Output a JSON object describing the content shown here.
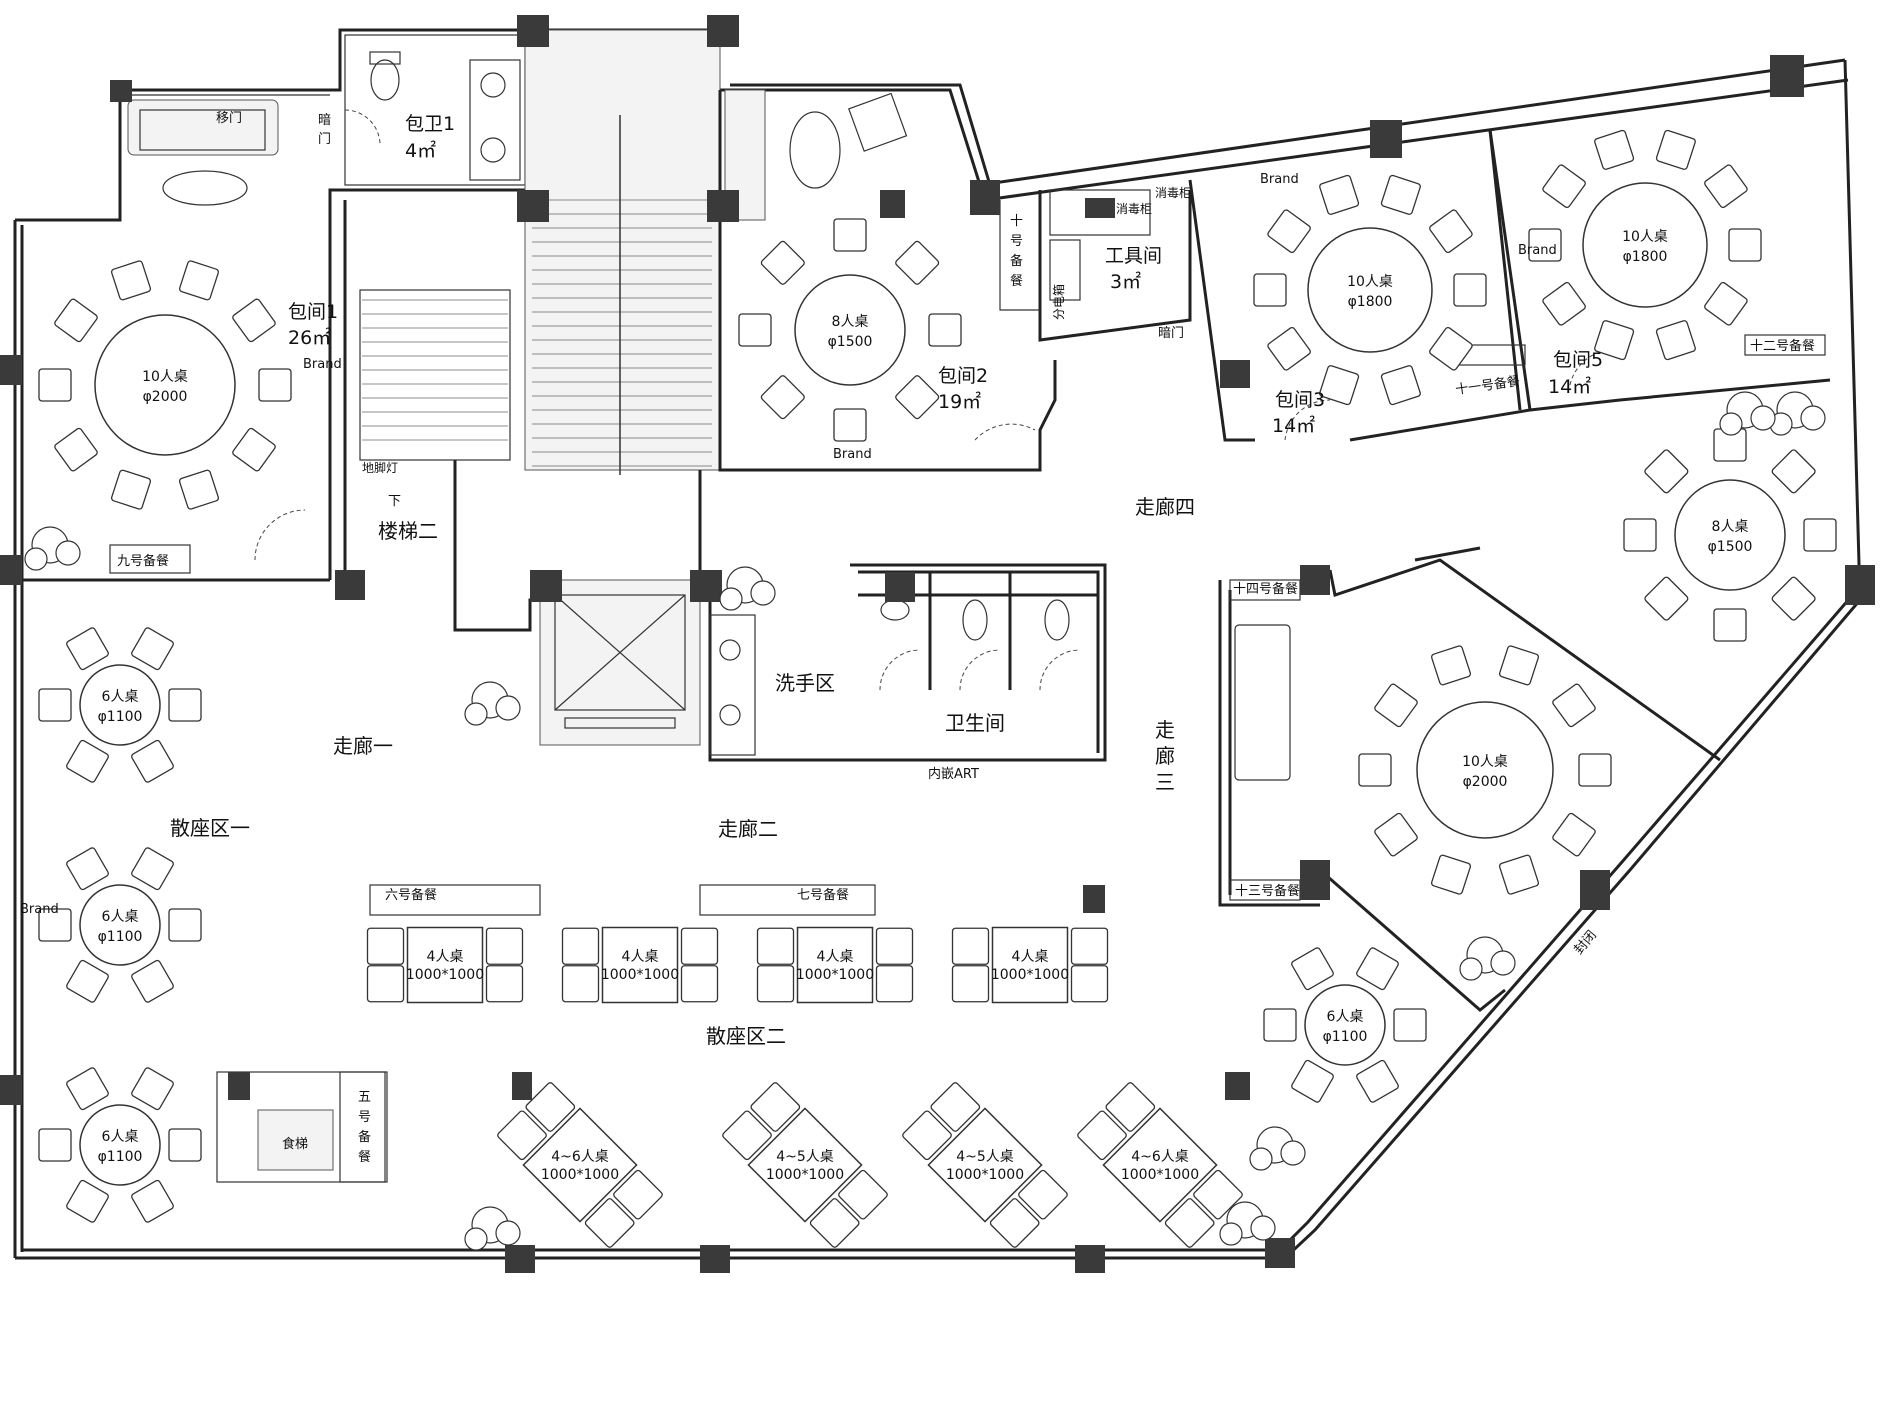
{
  "rooms": {
    "room1": {
      "name": "包间1",
      "area": "26㎡"
    },
    "bath1": {
      "name": "包卫1",
      "area": "4㎡"
    },
    "room2": {
      "name": "包间2",
      "area": "19㎡"
    },
    "tool": {
      "name": "工具间",
      "area": "3㎡"
    },
    "room3": {
      "name": "包间3",
      "area": "14㎡"
    },
    "room5": {
      "name": "包间5",
      "area": "14㎡"
    }
  },
  "zones": {
    "stair2": "楼梯二",
    "corridor1": "走廊一",
    "corridor2": "走廊二",
    "corridor3": [
      "走",
      "廊",
      "三"
    ],
    "corridor4": "走廊四",
    "washarea": "洗手区",
    "toilet": "卫生间",
    "seating1": "散座区一",
    "seating2": "散座区二",
    "dumbwaiter": "食梯"
  },
  "small_labels": {
    "brand": "Brand",
    "hidden_door": "暗门",
    "hidden_door_v": [
      "暗",
      "门"
    ],
    "moving_door": "移门",
    "floor_light": "地脚灯",
    "down": "下",
    "inlay_art": "内嵌ART",
    "seal": "封闭",
    "disinfect": "消毒柜",
    "sterilize": "消毒柜",
    "dist_box": "分电箱"
  },
  "stations": {
    "s5": [
      "五",
      "号",
      "备",
      "餐"
    ],
    "s6": "六号备餐",
    "s7": "七号备餐",
    "s9": "九号备餐",
    "s10": [
      "十",
      "号",
      "备",
      "餐"
    ],
    "s11": "十一号备餐",
    "s12": "十二号备餐",
    "s13": "十三号备餐",
    "s14": "十四号备餐"
  },
  "tables": [
    {
      "label": "10人桌",
      "size": "φ2000"
    },
    {
      "label": "8人桌",
      "size": "φ1500"
    },
    {
      "label": "10人桌",
      "size": "φ1800"
    },
    {
      "label": "10人桌",
      "size": "φ1800"
    },
    {
      "label": "8人桌",
      "size": "φ1500"
    },
    {
      "label": "10人桌",
      "size": "φ2000"
    },
    {
      "label": "6人桌",
      "size": "φ1100"
    },
    {
      "label": "6人桌",
      "size": "φ1100"
    },
    {
      "label": "6人桌",
      "size": "φ1100"
    },
    {
      "label": "6人桌",
      "size": "φ1100"
    },
    {
      "label": "4人桌",
      "size": "1000*1000"
    },
    {
      "label": "4人桌",
      "size": "1000*1000"
    },
    {
      "label": "4人桌",
      "size": "1000*1000"
    },
    {
      "label": "4人桌",
      "size": "1000*1000"
    },
    {
      "label": "4~6人桌",
      "size": "1000*1000"
    },
    {
      "label": "4~5人桌",
      "size": "1000*1000"
    },
    {
      "label": "4~5人桌",
      "size": "1000*1000"
    },
    {
      "label": "4~6人桌",
      "size": "1000*1000"
    }
  ]
}
